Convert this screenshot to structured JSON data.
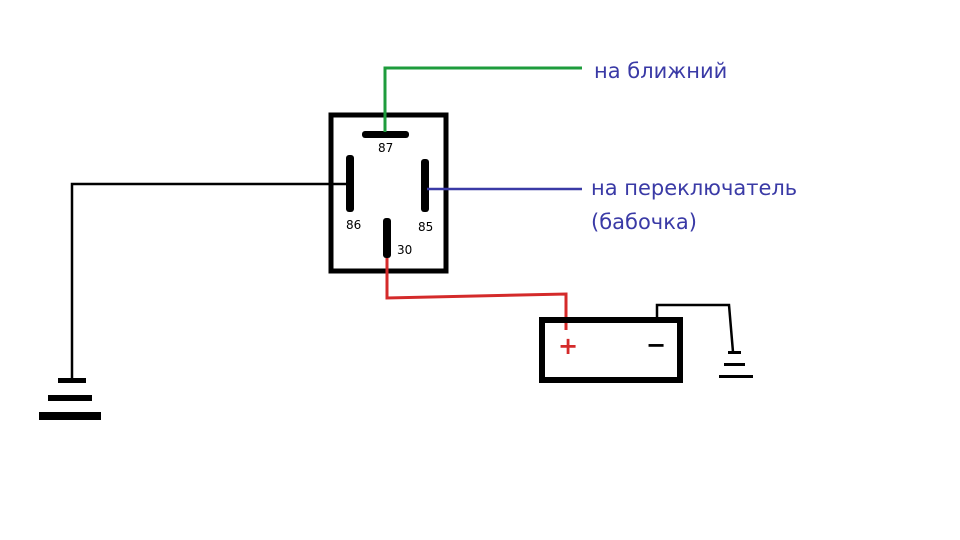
{
  "relay": {
    "pins": {
      "p87": "87",
      "p86": "86",
      "p85": "85",
      "p30": "30"
    }
  },
  "labels": {
    "low_beam": "на ближний",
    "switch_line1": "на переключатель",
    "switch_line2": "(бабочка)"
  },
  "battery": {
    "plus": "+",
    "minus": "−"
  },
  "colors": {
    "wire_low_beam": "#1e9c3c",
    "wire_switch": "#3a3aa6",
    "wire_power": "#d42a2a",
    "text_label": "#3a3aa6",
    "outline": "#000000"
  }
}
